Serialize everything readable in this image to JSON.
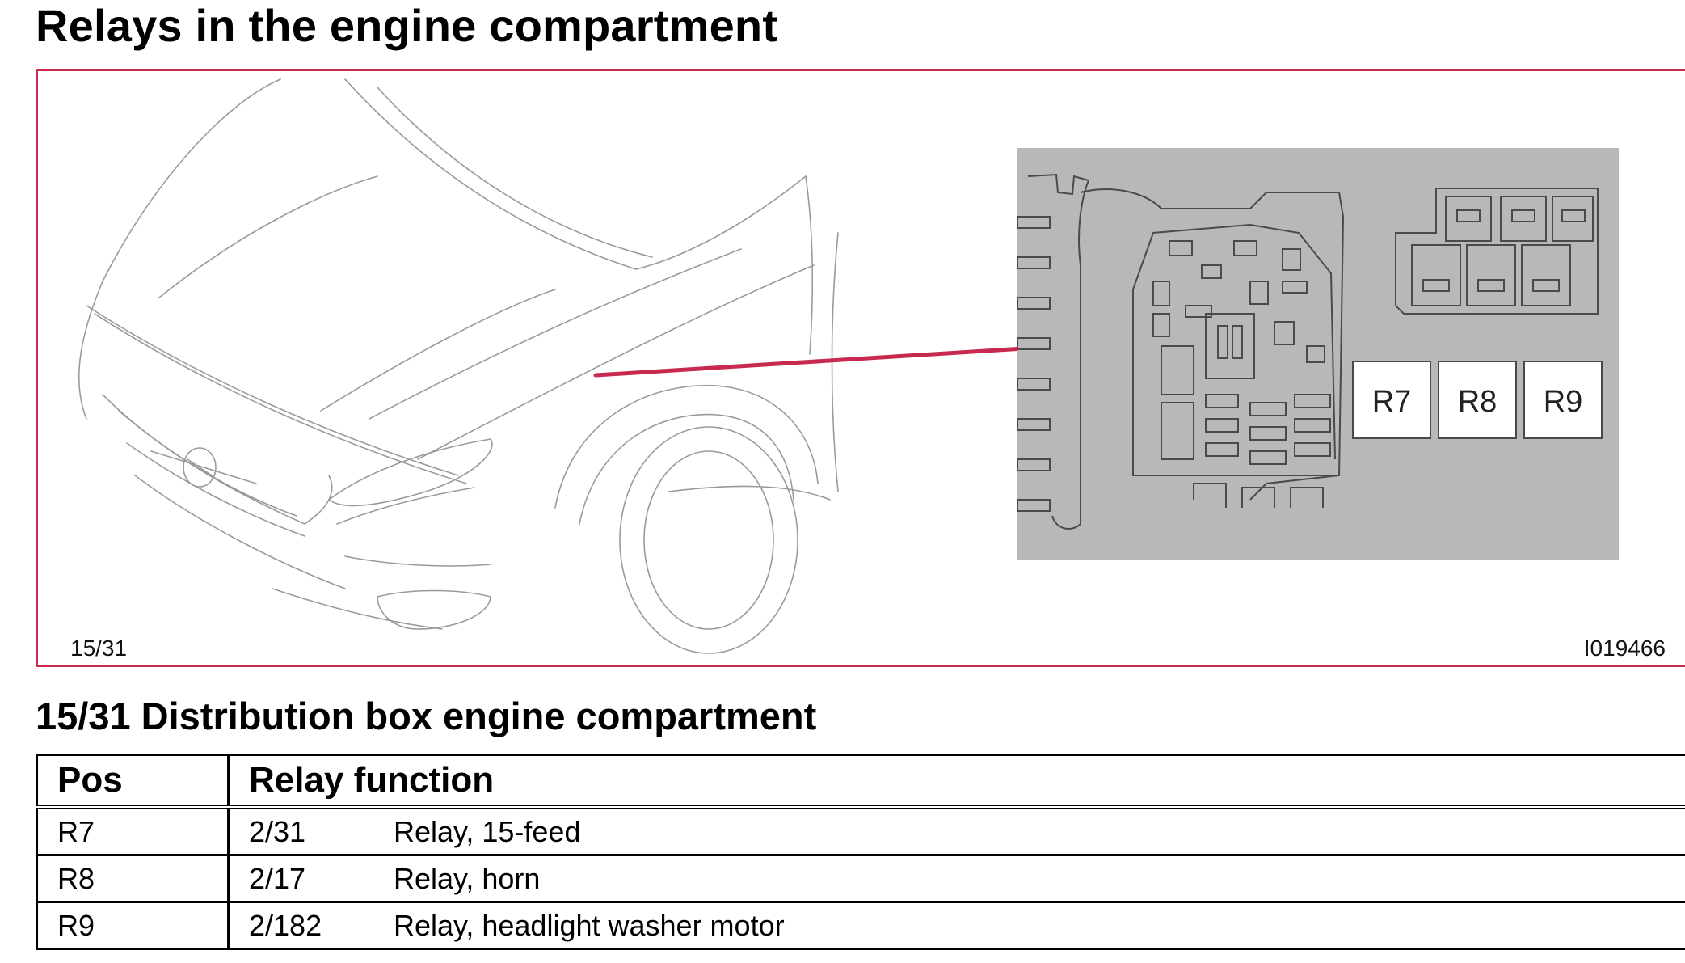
{
  "page": {
    "title": "Relays in the engine compartment",
    "section_title": "15/31 Distribution box engine compartment"
  },
  "figure": {
    "ref_left": "15/31",
    "ref_right": "I019466",
    "relay_labels": [
      "R7",
      "R8",
      "R9"
    ],
    "border_color": "#c8294f",
    "pointer_color": "#c8294f",
    "panel_color": "#b8b8b8"
  },
  "table": {
    "headers": {
      "pos": "Pos",
      "function": "Relay function"
    },
    "rows": [
      {
        "pos": "R7",
        "code": "2/31",
        "function": "Relay, 15-feed"
      },
      {
        "pos": "R8",
        "code": "2/17",
        "function": "Relay, horn"
      },
      {
        "pos": "R9",
        "code": "2/182",
        "function": "Relay, headlight washer motor"
      }
    ]
  }
}
